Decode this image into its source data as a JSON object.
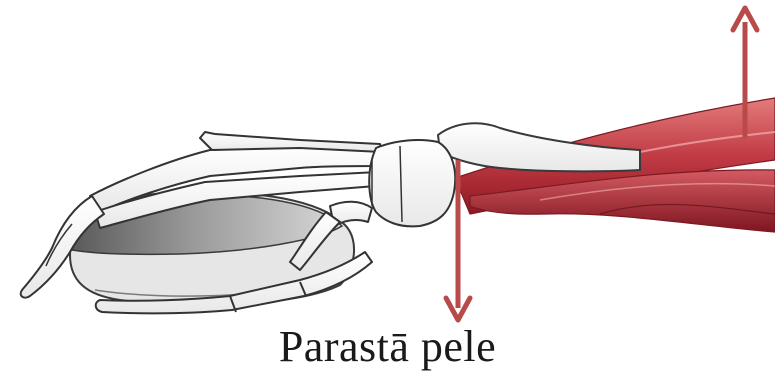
{
  "caption": "Parastā pele",
  "colors": {
    "arrow": "#b84a4a",
    "muscle_light": "#d96a6a",
    "muscle_dark": "#9e1f2a",
    "bone_fill": "#ffffff",
    "outline": "#3a3a3a",
    "mouse_dark": "#6e6e6e",
    "mouse_light": "#e6e6e6"
  },
  "icons": [
    "hand-bones-illustration",
    "computer-mouse-illustration",
    "forearm-muscles-illustration",
    "arrow-up-icon",
    "arrow-down-icon"
  ]
}
